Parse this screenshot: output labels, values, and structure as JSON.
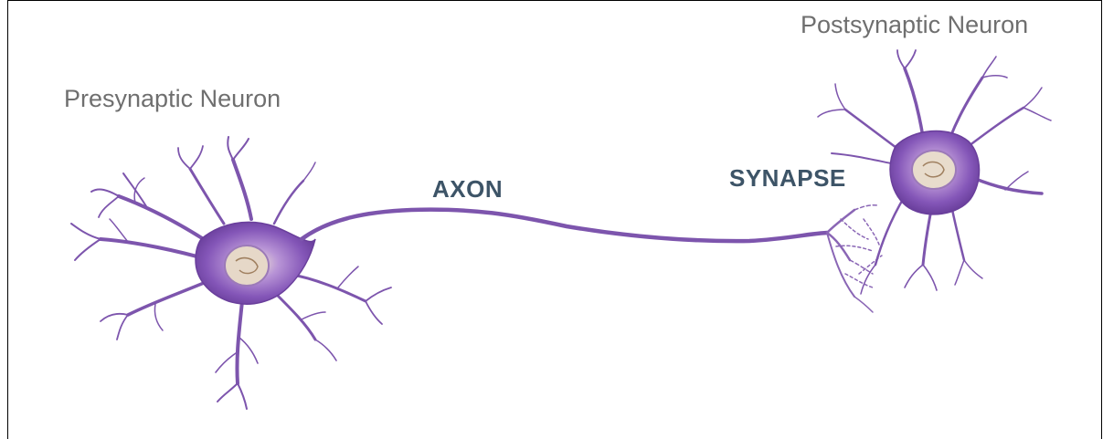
{
  "labels": {
    "presynaptic": "Presynaptic Neuron",
    "postsynaptic": "Postsynaptic Neuron",
    "axon": "AXON",
    "synapse": "SYNAPSE"
  },
  "colors": {
    "neuron_stroke": "#7d55ad",
    "neuron_fill": "#8d62bd",
    "soma_dark": "#6a3f9c",
    "nucleus": "#d9c9b8",
    "bold_label": "#3d5467",
    "light_label": "#6f6f6f"
  }
}
